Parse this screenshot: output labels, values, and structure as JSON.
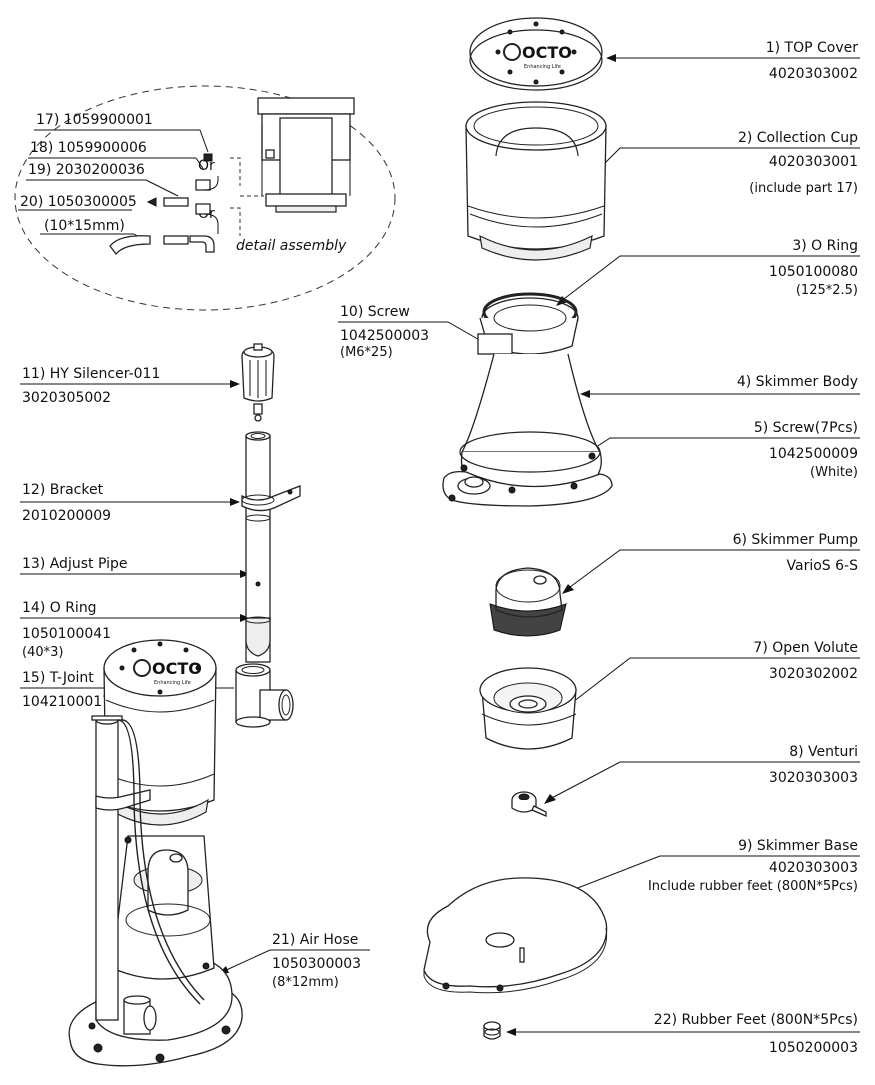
{
  "parts": {
    "p1": {
      "name": "1) TOP Cover",
      "code": "4020303002"
    },
    "p2": {
      "name": "2) Collection Cup",
      "code": "4020303001",
      "note": "(include part 17)"
    },
    "p3": {
      "name": "3) O Ring",
      "code": "1050100080",
      "note": "(125*2.5)"
    },
    "p4": {
      "name": "4) Skimmer Body"
    },
    "p5": {
      "name": "5) Screw(7Pcs)",
      "code": "1042500009",
      "note": "(White)"
    },
    "p6": {
      "name": "6) Skimmer Pump",
      "code": "VarioS 6-S"
    },
    "p7": {
      "name": "7) Open Volute",
      "code": "3020302002"
    },
    "p8": {
      "name": "8) Venturi",
      "code": "3020303003"
    },
    "p9": {
      "name": "9) Skimmer Base",
      "code": "4020303003",
      "note": "Include rubber feet (800N*5Pcs)"
    },
    "p10": {
      "name": "10) Screw",
      "code": "1042500003",
      "note": "(M6*25)"
    },
    "p11": {
      "name": "11) HY Silencer-011",
      "code": "3020305002"
    },
    "p12": {
      "name": "12) Bracket",
      "code": "2010200009"
    },
    "p13": {
      "name": "13) Adjust Pipe"
    },
    "p14": {
      "name": "14) O Ring",
      "code": "1050100041",
      "note": "(40*3)"
    },
    "p15": {
      "name": "15) T-Joint",
      "code": "1042100017"
    },
    "p17": {
      "name": "17) 1059900001"
    },
    "p18": {
      "name": "18) 1059900006"
    },
    "p19": {
      "name": "19) 2030200036"
    },
    "p20": {
      "name": "20) 1050300005",
      "note": "(10*15mm)"
    },
    "p21": {
      "name": "21) Air Hose",
      "code": "1050300003",
      "note": "(8*12mm)"
    },
    "p22": {
      "name": "22) Rubber Feet (800N*5Pcs)",
      "code": "1050200003"
    }
  },
  "detail": {
    "title": "detail assembly",
    "or1": "Or",
    "or2": "Or"
  },
  "logo": {
    "brand": "OCTO",
    "tagline": "Enhancing Life"
  }
}
